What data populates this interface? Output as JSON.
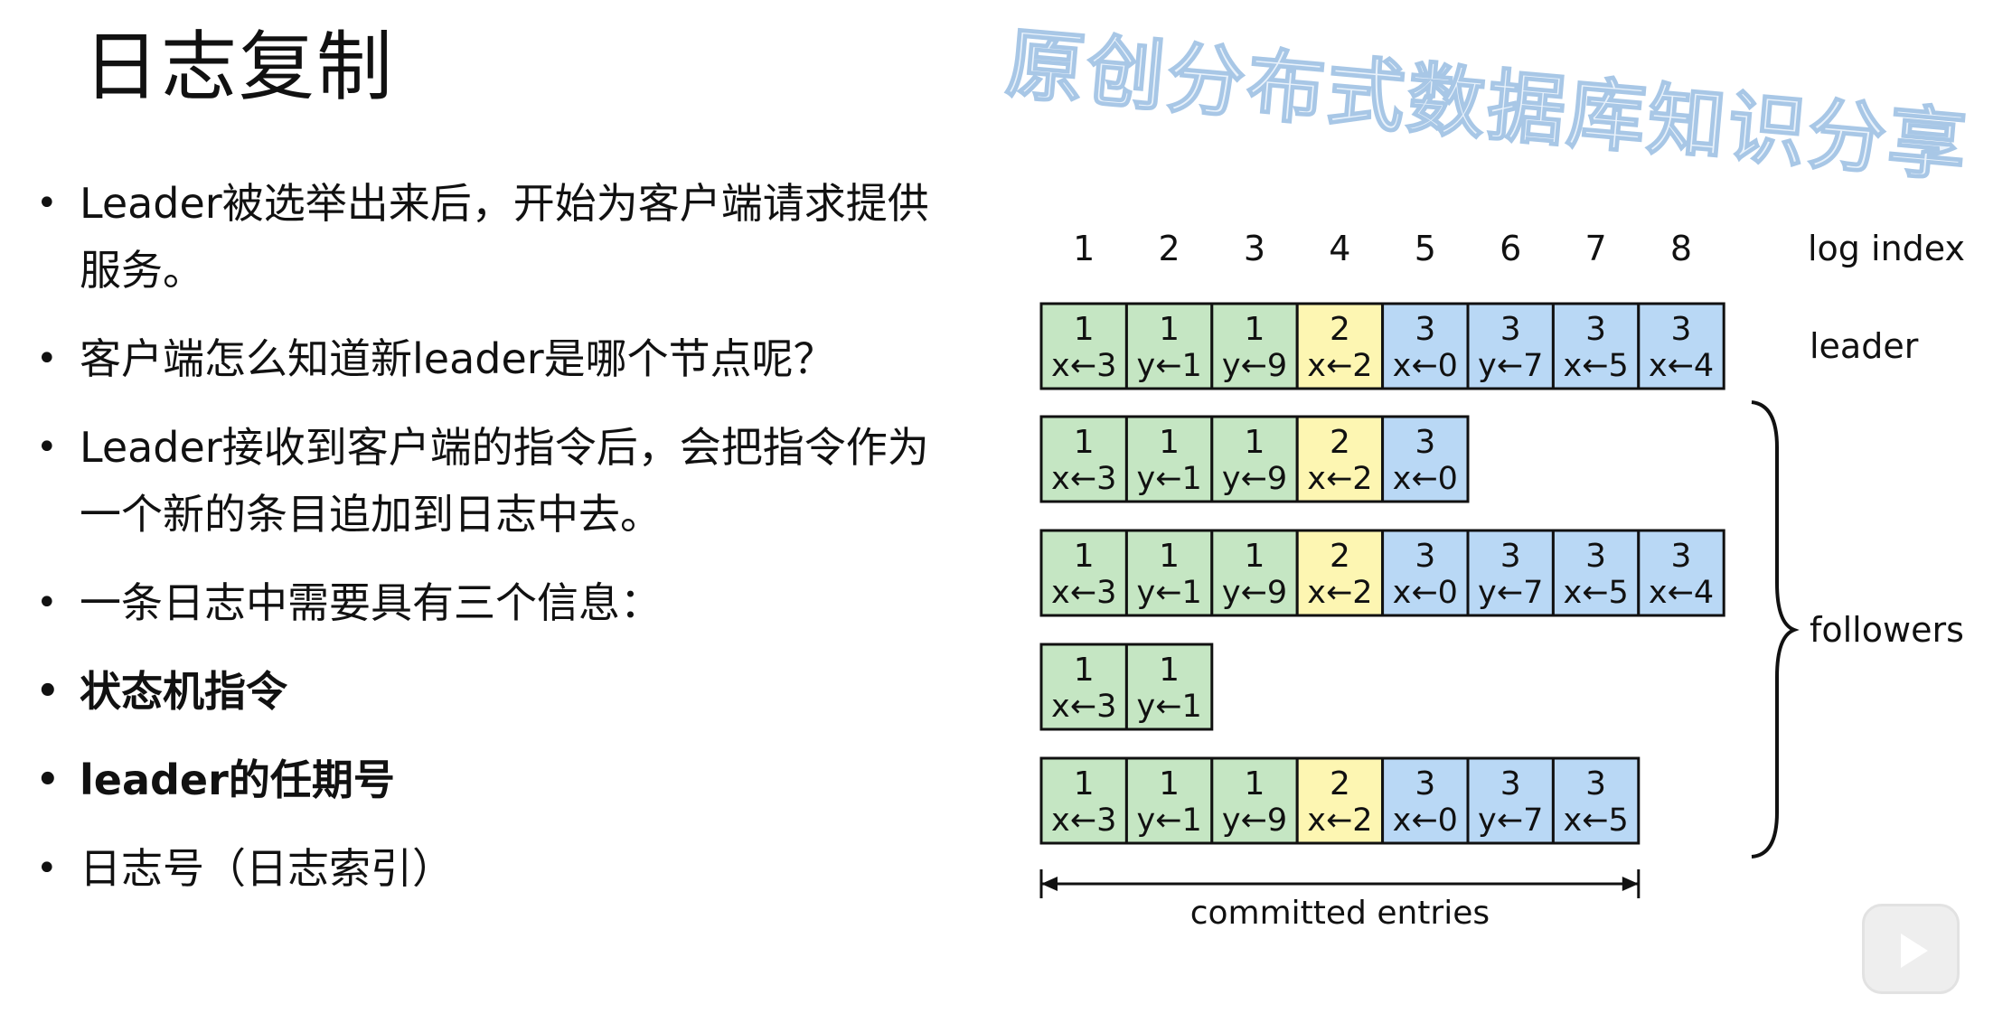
{
  "slide": {
    "title": "日志复制",
    "watermark": "原创分布式数据库知识分享",
    "bullets": [
      {
        "text": "Leader被选举出来后，开始为客户端请求提供服务。",
        "bold": false
      },
      {
        "text": "客户端怎么知道新leader是哪个节点呢？",
        "bold": false
      },
      {
        "text": "Leader接收到客户端的指令后，会把指令作为一个新的条目追加到日志中去。",
        "bold": false
      },
      {
        "text": "一条日志中需要具有三个信息：",
        "bold": false
      },
      {
        "text": "状态机指令",
        "bold": true
      },
      {
        "text": "leader的任期号",
        "bold": true
      },
      {
        "text": "日志号（日志索引）",
        "bold": false
      }
    ]
  },
  "diagram": {
    "log_index_label": "log index",
    "indices": [
      "1",
      "2",
      "3",
      "4",
      "5",
      "6",
      "7",
      "8"
    ],
    "leader_label": "leader",
    "followers_label": "followers",
    "committed_label": "committed entries",
    "committed_count": 7,
    "term_colors": {
      "1": "#c5e6c3",
      "2": "#fdf6b2",
      "3": "#b9d8f5"
    },
    "logs": [
      {
        "role": "leader",
        "entries": [
          {
            "term": "1",
            "cmd": "x←3"
          },
          {
            "term": "1",
            "cmd": "y←1"
          },
          {
            "term": "1",
            "cmd": "y←9"
          },
          {
            "term": "2",
            "cmd": "x←2"
          },
          {
            "term": "3",
            "cmd": "x←0"
          },
          {
            "term": "3",
            "cmd": "y←7"
          },
          {
            "term": "3",
            "cmd": "x←5"
          },
          {
            "term": "3",
            "cmd": "x←4"
          }
        ]
      },
      {
        "role": "follower",
        "entries": [
          {
            "term": "1",
            "cmd": "x←3"
          },
          {
            "term": "1",
            "cmd": "y←1"
          },
          {
            "term": "1",
            "cmd": "y←9"
          },
          {
            "term": "2",
            "cmd": "x←2"
          },
          {
            "term": "3",
            "cmd": "x←0"
          }
        ]
      },
      {
        "role": "follower",
        "entries": [
          {
            "term": "1",
            "cmd": "x←3"
          },
          {
            "term": "1",
            "cmd": "y←1"
          },
          {
            "term": "1",
            "cmd": "y←9"
          },
          {
            "term": "2",
            "cmd": "x←2"
          },
          {
            "term": "3",
            "cmd": "x←0"
          },
          {
            "term": "3",
            "cmd": "y←7"
          },
          {
            "term": "3",
            "cmd": "x←5"
          },
          {
            "term": "3",
            "cmd": "x←4"
          }
        ]
      },
      {
        "role": "follower",
        "entries": [
          {
            "term": "1",
            "cmd": "x←3"
          },
          {
            "term": "1",
            "cmd": "y←1"
          }
        ]
      },
      {
        "role": "follower",
        "entries": [
          {
            "term": "1",
            "cmd": "x←3"
          },
          {
            "term": "1",
            "cmd": "y←1"
          },
          {
            "term": "1",
            "cmd": "y←9"
          },
          {
            "term": "2",
            "cmd": "x←2"
          },
          {
            "term": "3",
            "cmd": "x←0"
          },
          {
            "term": "3",
            "cmd": "y←7"
          },
          {
            "term": "3",
            "cmd": "x←5"
          }
        ]
      }
    ]
  }
}
